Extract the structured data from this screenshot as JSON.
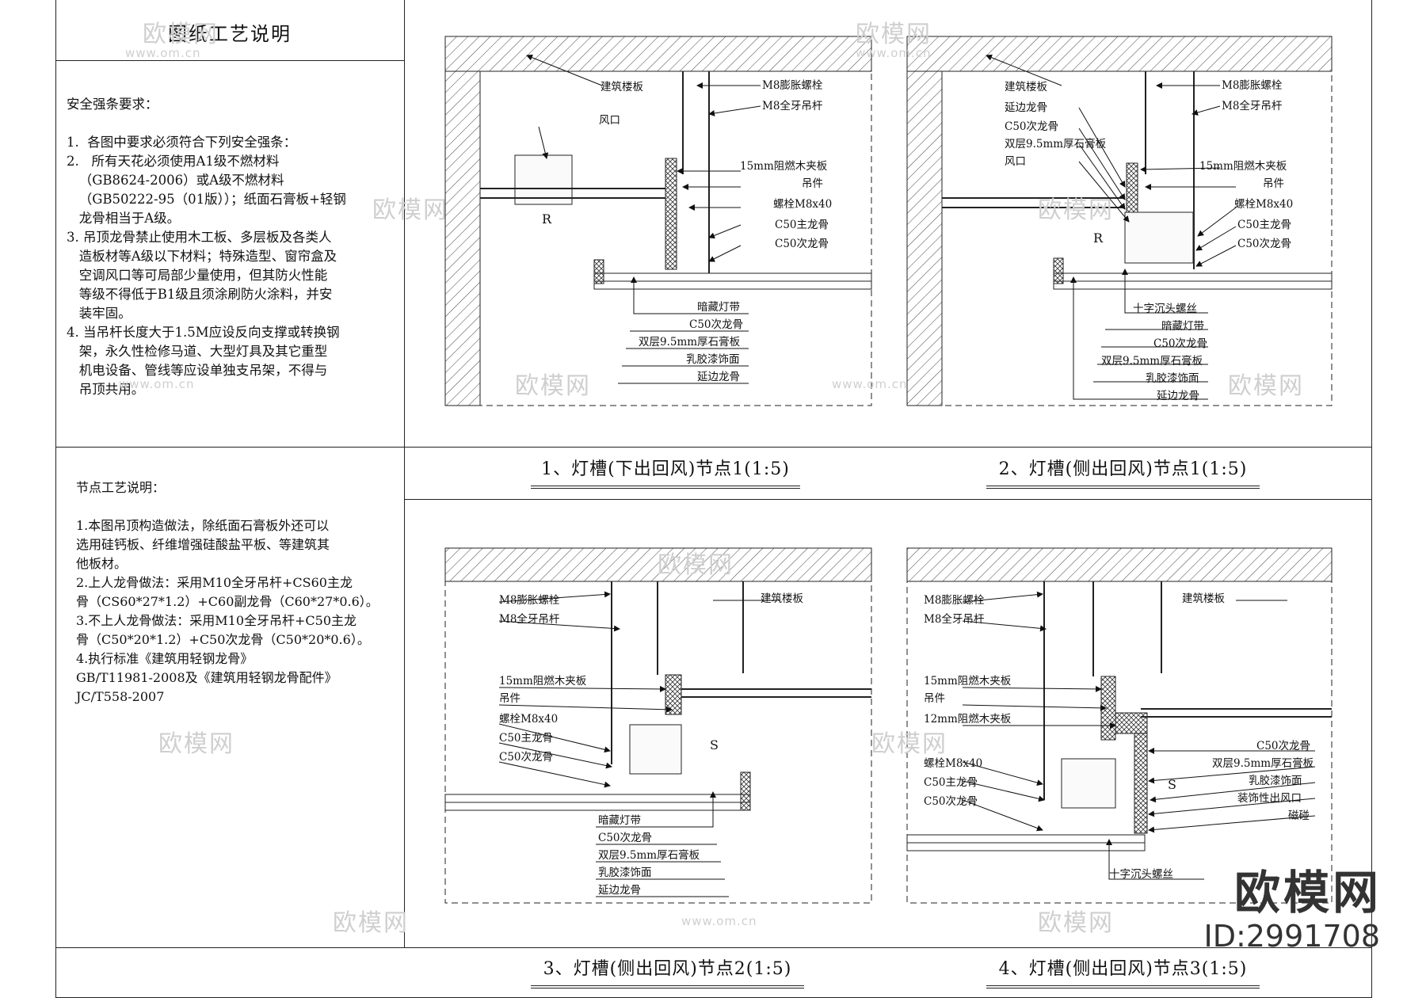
{
  "header": {
    "title": "图纸工艺说明"
  },
  "safety_notes": {
    "heading": "安全强条要求：",
    "lines": [
      "1.  各图中要求必须符合下列安全强条：",
      "2.   所有天花必须使用A1级不燃材料",
      "   （GB8624-2006）或A级不燃材料",
      "   （GB50222-95（01版））；纸面石膏板+轻钢",
      "   龙骨相当于A级。",
      "3. 吊顶龙骨禁止使用木工板、多层板及各类人",
      "   造板材等A级以下材料；特殊造型、窗帘盒及",
      "   空调风口等可局部少量使用，但其防火性能",
      "   等级不得低于B1级且须涂刷防火涂料，并安",
      "   装牢固。",
      "4. 当吊杆长度大于1.5M应设反向支撑或转换钢",
      "   架，永久性检修马道、大型灯具及其它重型",
      "   机电设备、管线等应设单独支吊架，不得与",
      "   吊顶共用。"
    ]
  },
  "node_notes": {
    "heading": "节点工艺说明：",
    "lines": [
      "1.本图吊顶构造做法，除纸面石膏板外还可以",
      "选用硅钙板、纤维增强硅酸盐平板、等建筑其",
      "他板材。",
      "2.上人龙骨做法：采用M10全牙吊杆+CS60主龙",
      "骨（CS60*27*1.2）+C60副龙骨（C60*27*0.6）。",
      "3.不上人龙骨做法：采用M10全牙吊杆+C50主龙",
      "骨（C50*20*1.2）+C50次龙骨（C50*20*0.6）。",
      "4.执行标准《建筑用轻钢龙骨》",
      "GB/T11981-2008及《建筑用轻钢龙骨配件》",
      "JC/T558-2007"
    ]
  },
  "panels": [
    {
      "title": "1、灯槽(下出回风)节点1(1:5)",
      "labels": {
        "floor": "建筑楼板",
        "vent": "风口",
        "r": "R",
        "bolt": "M8膨胀螺栓",
        "rod": "M8全牙吊杆",
        "ply": "15mm阻燃木夹板",
        "hanger": "吊件",
        "screw": "螺栓M8x40",
        "main": "C50主龙骨",
        "sub": "C50次龙骨",
        "b1": "暗藏灯带",
        "b2": "C50次龙骨",
        "b3": "双层9.5mm厚石膏板",
        "b4": "乳胶漆饰面",
        "b5": "延边龙骨"
      }
    },
    {
      "title": "2、灯槽(侧出回风)节点1(1:5)",
      "labels": {
        "floor": "建筑楼板",
        "edge": "延边龙骨",
        "sub_l": "C50次龙骨",
        "board_l": "双层9.5mm厚石膏板",
        "vent": "风口",
        "r": "R",
        "bolt": "M8膨胀螺栓",
        "rod": "M8全牙吊杆",
        "ply": "15mm阻燃木夹板",
        "hanger": "吊件",
        "screw": "螺栓M8x40",
        "main": "C50主龙骨",
        "sub": "C50次龙骨",
        "b0": "十字沉头螺丝",
        "b1": "暗藏灯带",
        "b2": "C50次龙骨",
        "b3": "双层9.5mm厚石膏板",
        "b4": "乳胶漆饰面",
        "b5": "延边龙骨"
      }
    },
    {
      "title": "3、灯槽(侧出回风)节点2(1:5)",
      "labels": {
        "floor": "建筑楼板",
        "bolt": "M8膨胀螺栓",
        "rod": "M8全牙吊杆",
        "ply": "15mm阻燃木夹板",
        "hanger": "吊件",
        "screw": "螺栓M8x40",
        "main": "C50主龙骨",
        "sub": "C50次龙骨",
        "s": "S",
        "b1": "暗藏灯带",
        "b2": "C50次龙骨",
        "b3": "双层9.5mm厚石膏板",
        "b4": "乳胶漆饰面",
        "b5": "延边龙骨"
      }
    },
    {
      "title": "4、灯槽(侧出回风)节点3(1:5)",
      "labels": {
        "floor": "建筑楼板",
        "bolt": "M8膨胀螺栓",
        "rod": "M8全牙吊杆",
        "ply": "15mm阻燃木夹板",
        "hanger": "吊件",
        "ply12": "12mm阻燃木夹板",
        "screw": "螺栓M8x40",
        "main": "C50主龙骨",
        "sub": "C50次龙骨",
        "s": "S",
        "r1": "C50次龙骨",
        "r2": "双层9.5mm厚石膏板",
        "r3": "乳胶漆饰面",
        "r4": "装饰性出风口",
        "r5": "磁碰",
        "b0": "十字沉头螺丝"
      }
    }
  ],
  "watermark": {
    "brand": "欧模网",
    "url": "www.om.cn",
    "id": "ID:2991708"
  }
}
